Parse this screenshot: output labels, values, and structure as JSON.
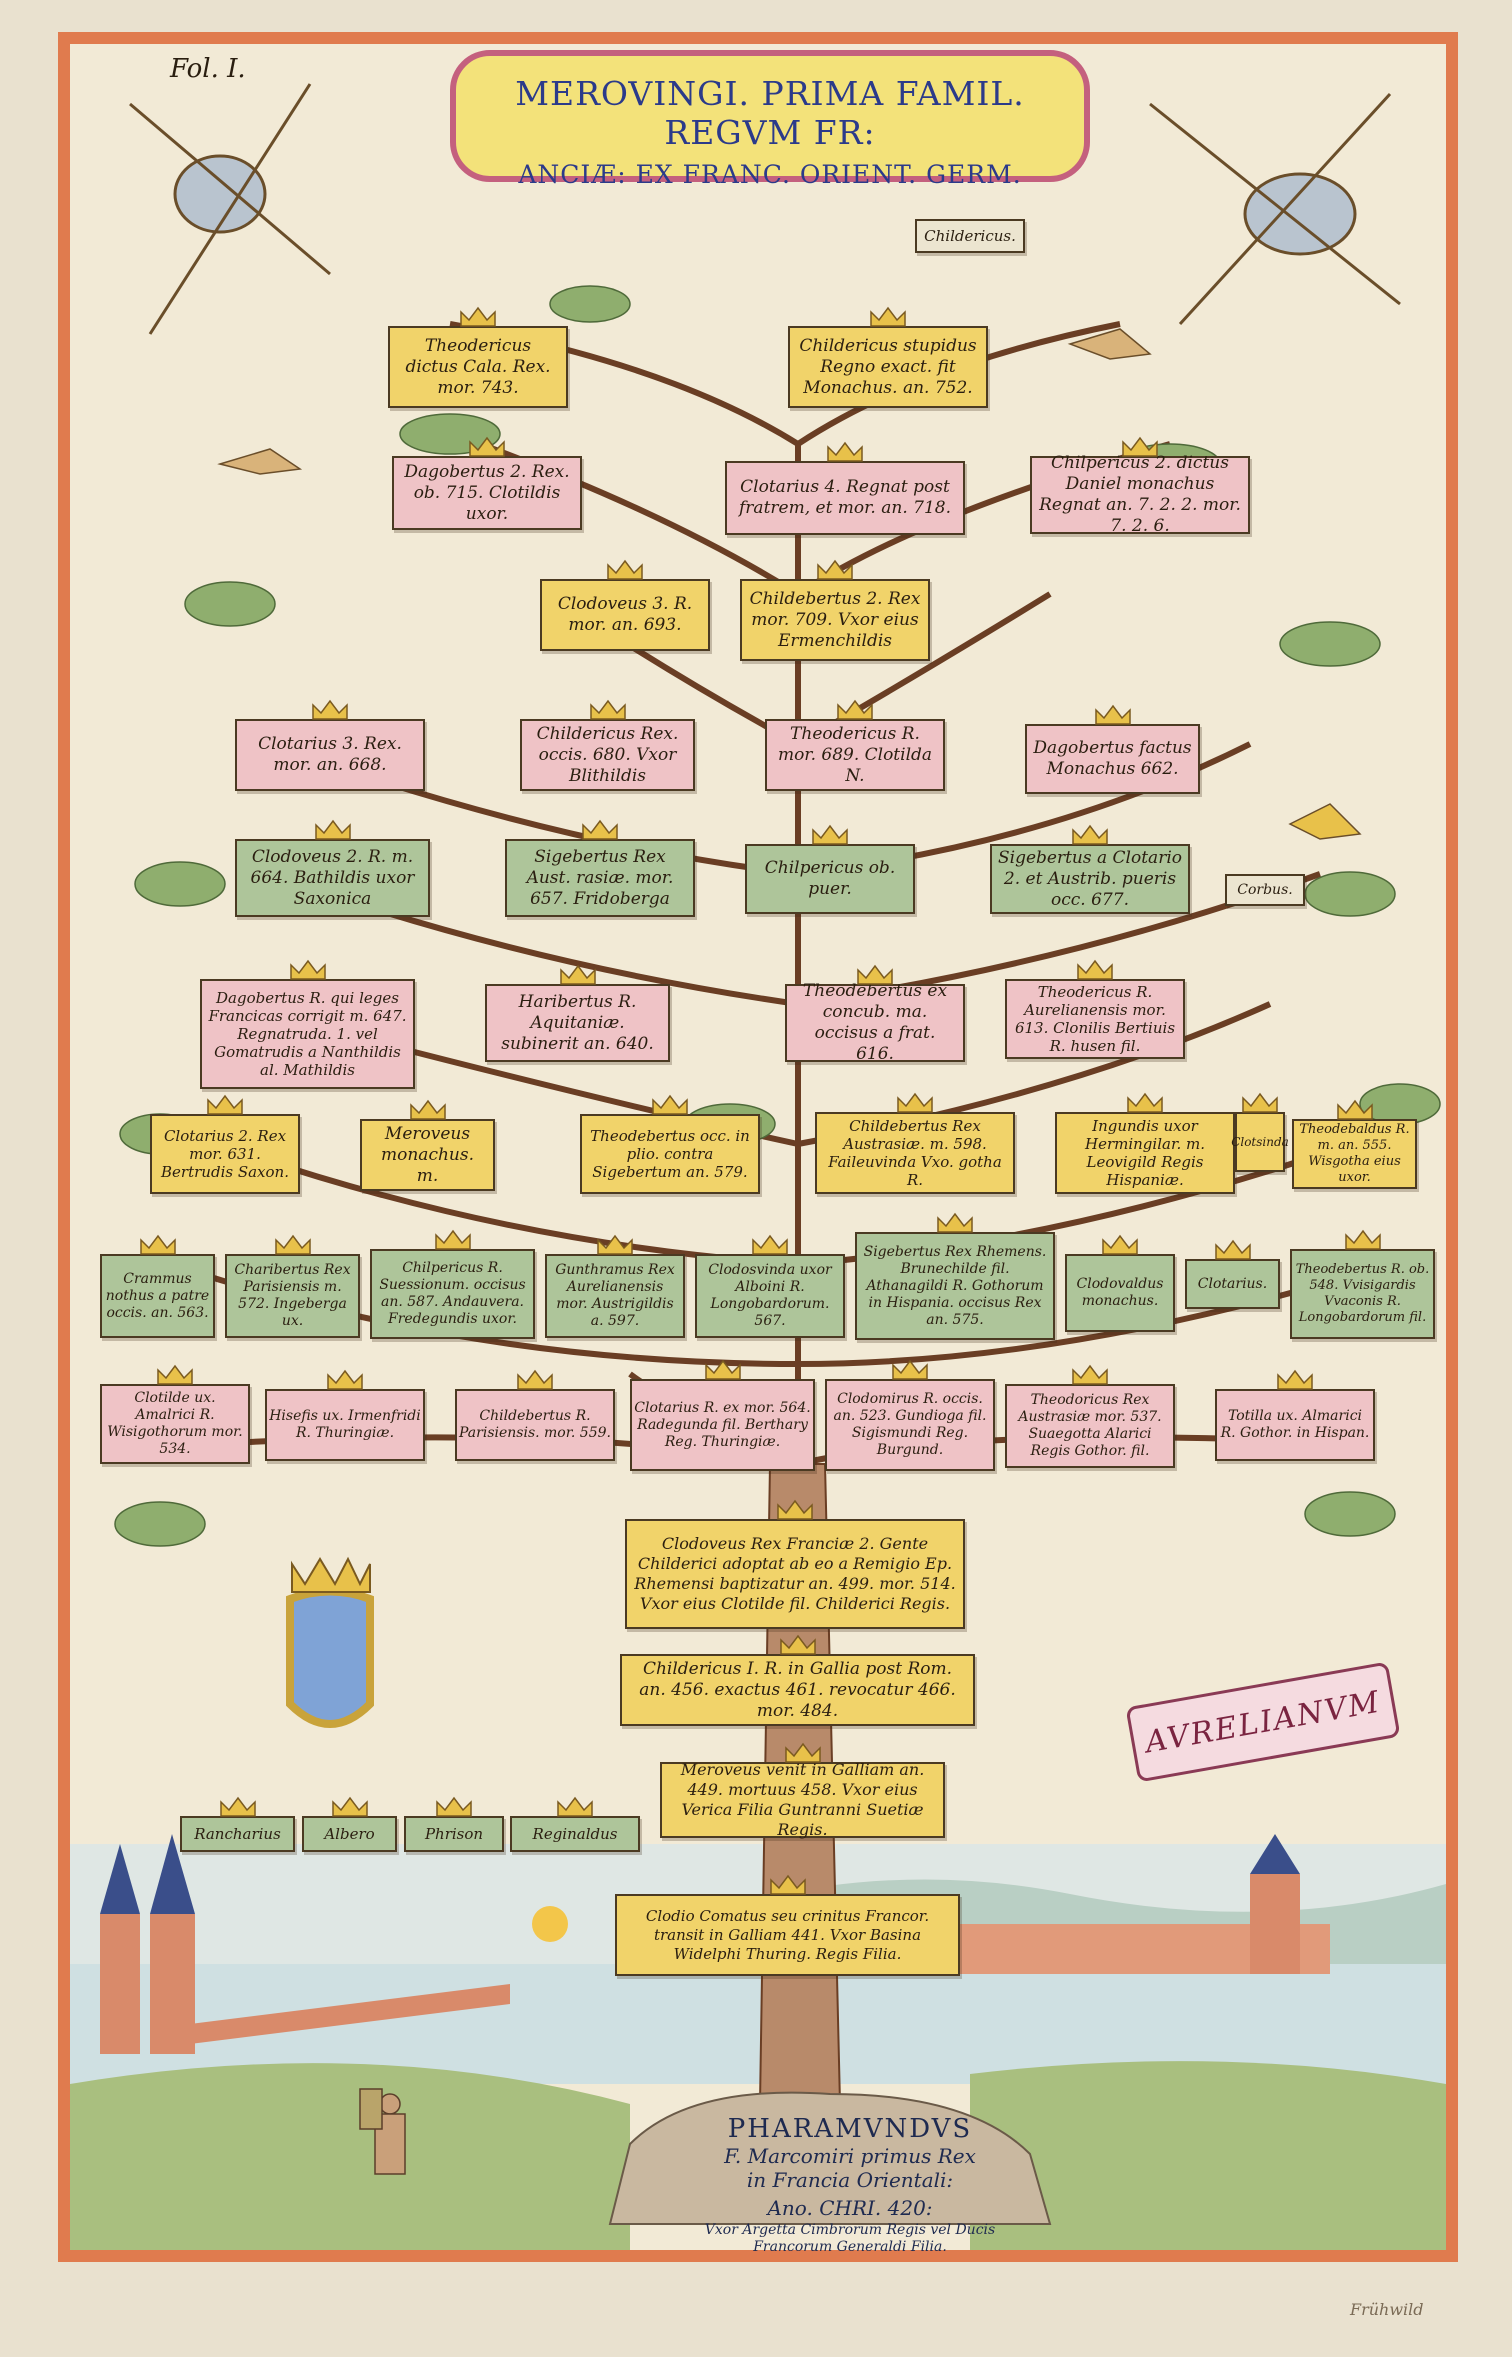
{
  "folio": "Fol. I.",
  "title": {
    "line1": "MEROVINGI. PRIMA FAMIL. REGVM FR:",
    "line2": "ANCIÆ: EX FRANC. ORIENT. GERM."
  },
  "colors": {
    "frame": "#e07b4e",
    "paper": "#f2ead6",
    "pink": "#efc3c6",
    "yellow": "#f1d36a",
    "green": "#aec59a",
    "trunk": "#b88a6a",
    "branch": "#6a3e24",
    "leaf": "#8fae6e"
  },
  "labels": {
    "childericus_banner": "Childericus.",
    "corbus": "Corbus.",
    "aurelianum": "AVRELIANVM",
    "signature": "Frühwild"
  },
  "generations": [
    [
      "Theodericus dictus Cala. Rex. mor. 743.",
      "Childericus stupidus Regno exact. fit Monachus. an. 752."
    ],
    [
      "Dagobertus 2. Rex. ob. 715. Clotildis uxor.",
      "Clotarius 4. Regnat post fratrem, et mor. an. 718.",
      "Chilpericus 2. dictus Daniel monachus Regnat an. 7. 2. 2. mor. 7. 2. 6."
    ],
    [
      "Clodoveus 3. R. mor. an. 693.",
      "Childebertus 2. Rex mor. 709. Vxor eius Ermenchildis"
    ],
    [
      "Clotarius 3. Rex. mor. an. 668.",
      "Childericus Rex. occis. 680. Vxor Blithildis",
      "Theodericus R. mor. 689. Clotilda N.",
      "Dagobertus factus Monachus 662."
    ],
    [
      "Clodoveus 2. R. m. 664. Bathildis uxor Saxonica",
      "Sigebertus Rex Aust. rasiæ. mor. 657. Fridoberga",
      "Chilpericus ob. puer.",
      "Sigebertus a Clotario 2. et Austrib. pueris occ. 677."
    ],
    [
      "Dagobertus R. qui leges Francicas corrigit m. 647. Regnatruda. 1. vel Gomatrudis a Nanthildis al. Mathildis",
      "Haribertus R. Aquitaniæ. subinerit an. 640.",
      "Theodebertus ex concub. ma. occisus a frat. 616.",
      "Theodericus R. Aurelianensis mor. 613. Clonilis Bertiuis R. husen fil."
    ],
    [
      "Clotarius 2. Rex mor. 631. Bertrudis Saxon.",
      "Meroveus monachus. m.",
      "Theodebertus occ. in plio. contra Sigebertum an. 579.",
      "Childebertus Rex Austrasiæ. m. 598. Faileuvinda Vxo. gotha R.",
      "Ingundis uxor Hermingilar. m. Leovigild Regis Hispaniæ.",
      "Clotsinda",
      "Theodebaldus R. m. an. 555. Wisgotha eius uxor."
    ],
    [
      "Crammus nothus a patre occis. an. 563.",
      "Charibertus Rex Parisiensis m. 572. Ingeberga ux.",
      "Chilpericus R. Suessionum. occisus an. 587. Andauvera. Fredegundis uxor.",
      "Gunthramus Rex Aurelianensis mor. Austrigildis a. 597.",
      "Clodosvinda uxor Alboini R. Longobardorum. 567.",
      "Sigebertus Rex Rhemens. Brunechilde fil. Athanagildi R. Gothorum in Hispania. occisus Rex an. 575.",
      "Clodovaldus monachus.",
      "Clotarius.",
      "Theodebertus R. ob. 548. Vvisigardis Vvaconis R. Longobardorum fil."
    ],
    [
      "Clotilde ux. Amalrici R. Wisigothorum mor. 534.",
      "Hisefis ux. Irmenfridi R. Thuringiæ.",
      "Childebertus R. Parisiensis. mor. 559.",
      "Clotarius R. ex mor. 564. Radegunda fil. Berthary Reg. Thuringiæ.",
      "Clodomirus R. occis. an. 523. Gundioga fil. Sigismundi Reg. Burgund.",
      "Theodoricus Rex Austrasiæ mor. 537. Suaegotta Alarici Regis Gothor. fil.",
      "Totilla ux. Almarici R. Gothor. in Hispan."
    ],
    [
      "Clodoveus Rex Franciæ 2. Gente Childerici adoptat ab eo a Remigio Ep. Rhemensi baptizatur an. 499. mor. 514. Vxor eius Clotilde fil. Childerici Regis."
    ],
    [
      "Childericus I. R. in Gallia post Rom. an. 456. exactus 461. revocatur 466. mor. 484."
    ],
    [
      "Meroveus venit in Galliam an. 449. mortuus 458. Vxor eius Verica Filia Guntranni Suetiæ Regis."
    ],
    [
      "Rancharius",
      "Albero",
      "Phrison",
      "Reginaldus",
      "Clodio Comatus seu crinitus Francor. transit in Galliam 441. Vxor Basina Widelphi Thuring. Regis Filia."
    ]
  ],
  "pharamundus": {
    "line1": "PHARAMVNDVS",
    "line2": "F. Marcomiri primus Rex",
    "line3": "in Francia Orientali:",
    "line4": "Ano. CHRI. 420:",
    "line5": "Vxor Argetta Cimbrorum Regis vel Ducis Francorum Generaldi Filia."
  }
}
